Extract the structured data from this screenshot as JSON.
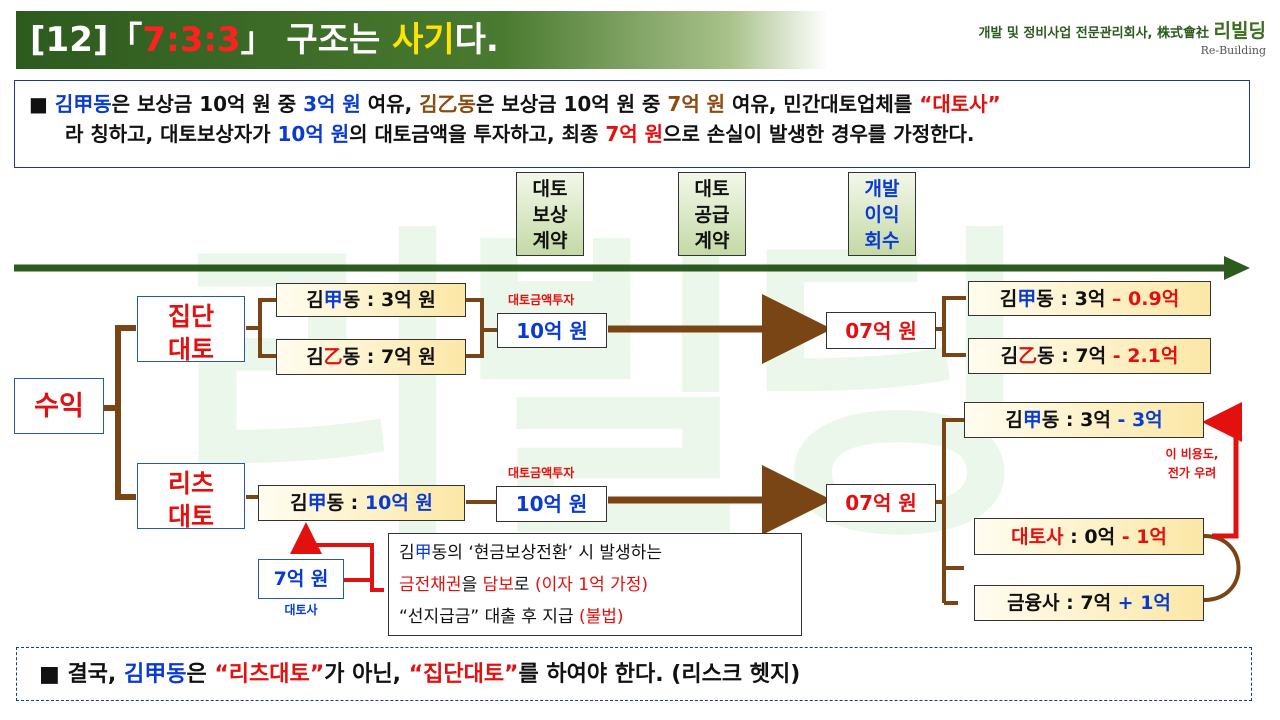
{
  "header": {
    "prefix": "[12]「",
    "ratio": "7:3:3",
    "mid": "」 구조는 ",
    "highlight": "사기",
    "suffix": "다."
  },
  "brand": {
    "tagline": "개발 및 정비사업 전문관리회사, 株式會社",
    "logo": "리빌딩",
    "english": "Re-Building"
  },
  "description": {
    "line1": [
      {
        "t": "■  ",
        "c": ""
      },
      {
        "t": "김甲동",
        "c": "blue"
      },
      {
        "t": "은 보상금 10억 원 중 ",
        "c": ""
      },
      {
        "t": "3억 원",
        "c": "blue"
      },
      {
        "t": " 여유, ",
        "c": ""
      },
      {
        "t": "김乙동",
        "c": "brown"
      },
      {
        "t": "은 보상금 10억 원 중 ",
        "c": ""
      },
      {
        "t": "7억 원",
        "c": "brown"
      },
      {
        "t": " 여유, 민간대토업체를 ",
        "c": ""
      },
      {
        "t": "“대토사”",
        "c": "red"
      }
    ],
    "line2": [
      {
        "t": "라 칭하고, 대토보상자가 ",
        "c": ""
      },
      {
        "t": "10억 원",
        "c": "blue"
      },
      {
        "t": "의 대토금액을 투자하고, 최종 ",
        "c": ""
      },
      {
        "t": "7억 원",
        "c": "red"
      },
      {
        "t": "으로 손실이 발생한 경우를 가정한다.",
        "c": ""
      }
    ]
  },
  "timeline": {
    "milestones": [
      {
        "lines": [
          "대토",
          "보상",
          "계약"
        ]
      },
      {
        "lines": [
          "대토",
          "공급",
          "계약"
        ]
      },
      {
        "lines": [
          "개발",
          "이익",
          "회수"
        ]
      }
    ]
  },
  "root_label": "수익",
  "group": {
    "label_lines": [
      "집단",
      "대토"
    ],
    "investor_a": [
      {
        "t": "김",
        "c": ""
      },
      {
        "t": "甲",
        "c": "blue"
      },
      {
        "t": "동 : 3억 원",
        "c": ""
      }
    ],
    "investor_b": [
      {
        "t": "김",
        "c": ""
      },
      {
        "t": "乙",
        "c": "red"
      },
      {
        "t": "동 : 7억 원",
        "c": ""
      }
    ],
    "invest_note": "대토금액투자",
    "invest_total": "10억 원",
    "final_total": "07억 원",
    "result_a": [
      {
        "t": "김",
        "c": ""
      },
      {
        "t": "甲",
        "c": "blue"
      },
      {
        "t": "동 : 3억 ",
        "c": ""
      },
      {
        "t": "– 0.9억",
        "c": "red"
      }
    ],
    "result_b": [
      {
        "t": "김",
        "c": ""
      },
      {
        "t": "乙",
        "c": "red"
      },
      {
        "t": "동 : 7억 ",
        "c": ""
      },
      {
        "t": "- 2.1억",
        "c": "red"
      }
    ]
  },
  "reits": {
    "label_lines": [
      "리츠",
      "대토"
    ],
    "investor": [
      {
        "t": "김",
        "c": ""
      },
      {
        "t": "甲",
        "c": "blue"
      },
      {
        "t": "동 : ",
        "c": ""
      },
      {
        "t": "10억 원",
        "c": "blue"
      }
    ],
    "invest_note": "대토금액투자",
    "invest_total": "10억 원",
    "final_total": "07억 원",
    "loan_box": "7억 원",
    "loan_caption": "대토사",
    "note_lines": [
      [
        {
          "t": "김",
          "c": ""
        },
        {
          "t": "甲",
          "c": "blue"
        },
        {
          "t": "동의 ‘현금보상전환’ 시 발생하는",
          "c": ""
        }
      ],
      [
        {
          "t": "금전채권",
          "c": "red"
        },
        {
          "t": "을 ",
          "c": ""
        },
        {
          "t": "담보",
          "c": "red"
        },
        {
          "t": "로 ",
          "c": ""
        },
        {
          "t": "(이자 1억 가정)",
          "c": "red"
        }
      ],
      [
        {
          "t": "“선지급금” 대출 후 지급 ",
          "c": ""
        },
        {
          "t": "(불법)",
          "c": "red"
        }
      ]
    ],
    "result_a": [
      {
        "t": "김",
        "c": ""
      },
      {
        "t": "甲",
        "c": "blue"
      },
      {
        "t": "동 : 3억 ",
        "c": ""
      },
      {
        "t": "- 3억",
        "c": "blue"
      }
    ],
    "result_b": [
      {
        "t": "대토사",
        "c": "red"
      },
      {
        "t": " : 0억 ",
        "c": ""
      },
      {
        "t": "- 1억",
        "c": "red"
      }
    ],
    "result_c": [
      {
        "t": "금융사 : 7억 ",
        "c": ""
      },
      {
        "t": "+ 1억",
        "c": "blue"
      }
    ],
    "transfer_note_lines": [
      "이 비용도,",
      "전가 우려"
    ]
  },
  "conclusion": [
    {
      "t": "■   결국, ",
      "c": ""
    },
    {
      "t": "김甲동",
      "c": "blue"
    },
    {
      "t": "은 ",
      "c": ""
    },
    {
      "t": "“리츠대토”",
      "c": "red"
    },
    {
      "t": "가 아닌, ",
      "c": ""
    },
    {
      "t": "“집단대토”",
      "c": "red"
    },
    {
      "t": "를 하여야 한다. (리스크 헷지)",
      "c": ""
    }
  ],
  "colors": {
    "header_green": "#2d5a1e",
    "timeline_green": "#2d5a1e",
    "connector_brown": "#7a4514",
    "accent_red": "#e31010",
    "accent_blue": "#0a3bd1"
  }
}
